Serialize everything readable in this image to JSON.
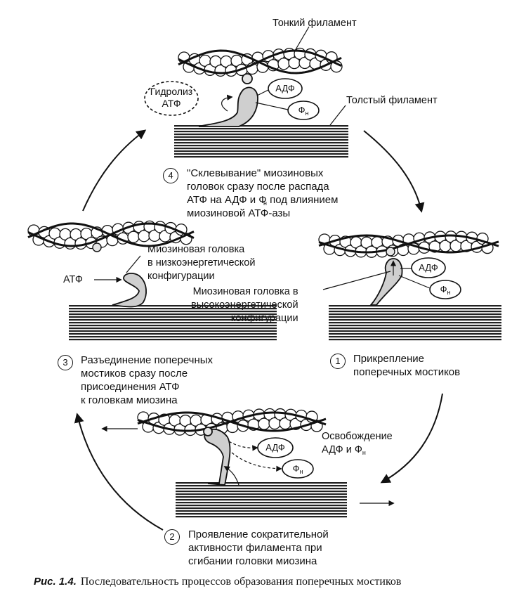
{
  "labels": {
    "thin_filament": "Тонкий филамент",
    "thick_filament": "Толстый филамент",
    "hydrolysis_1": "Гидролиз",
    "hydrolysis_2": "АТФ",
    "adp": "АДФ",
    "pi_main": "Ф",
    "pi_sub": "н",
    "atp": "АТФ",
    "low_energy_head": "Миозиновая головка\nв низкоэнергетической\nконфигурации",
    "high_energy_head": "Миозиновая головка в\nвысокоэнергетической\nконфигурации",
    "release": "Освобождение\nАДФ и Ф",
    "release_sub": "н"
  },
  "steps": [
    {
      "number": "1",
      "text": "Прикрепление\nпоперечных мостиков"
    },
    {
      "number": "2",
      "text": "Проявление сократительной\nактивности филамента при\nсгибании головки миозина"
    },
    {
      "number": "3",
      "text": "Разъединение поперечных\nмостиков сразу после\nприсоединения АТФ\nк головкам миозина"
    },
    {
      "number": "4",
      "text": "\"Склевывание\" миозиновых\nголовок сразу после распада\nАТФ на АДФ и Ф\nмиозиновой АТФ-азы",
      "pi_sub": "н",
      "line3_tail": " под влиянием"
    }
  ],
  "caption": {
    "prefix": "Рис. 1.4.",
    "text": "Последовательность процессов образования поперечных мостиков"
  }
}
